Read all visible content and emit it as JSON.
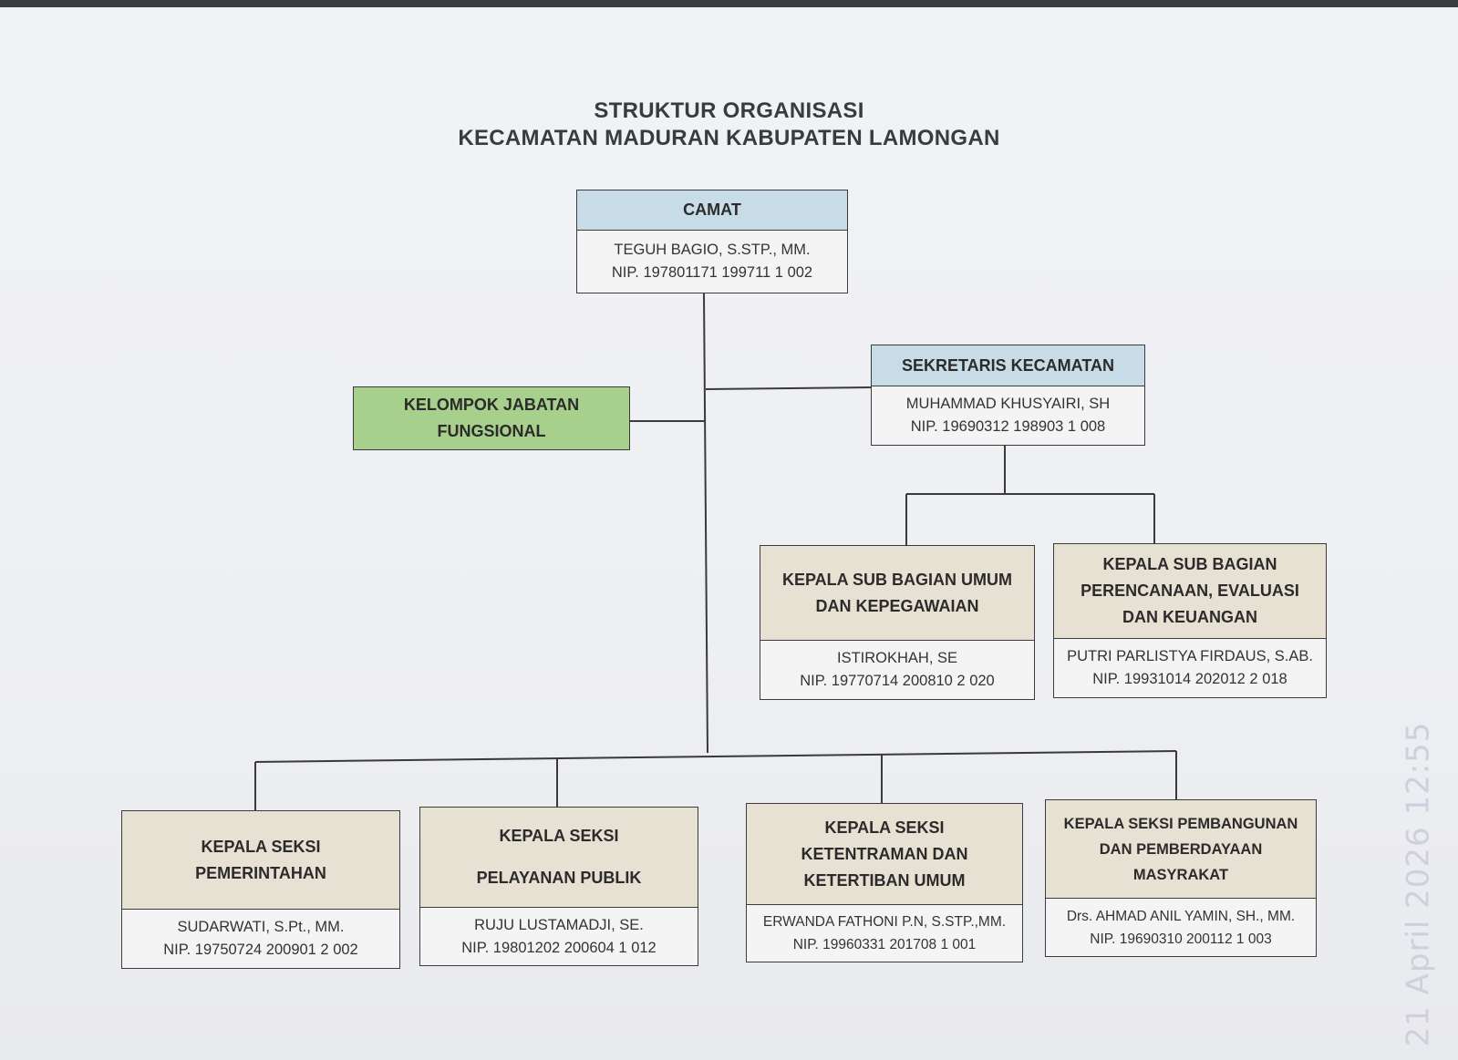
{
  "title": {
    "line1": "STRUKTUR ORGANISASI",
    "line2": "KECAMATAN MADURAN KABUPATEN LAMONGAN"
  },
  "camat": {
    "position": "CAMAT",
    "name": "TEGUH BAGIO, S.STP., MM.",
    "nip": "NIP. 197801171 199711 1 002"
  },
  "fungsional": {
    "line1": "KELOMPOK JABATAN",
    "line2": "FUNGSIONAL"
  },
  "sekretaris": {
    "position": "SEKRETARIS KECAMATAN",
    "name": "MUHAMMAD KHUSYAIRI, SH",
    "nip": "NIP. 19690312 198903 1  008"
  },
  "subbagian": [
    {
      "position_lines": [
        "KEPALA SUB BAGIAN UMUM",
        "DAN KEPEGAWAIAN"
      ],
      "name": "ISTIROKHAH, SE",
      "nip": "NIP. 19770714 200810 2 020"
    },
    {
      "position_lines": [
        "KEPALA SUB BAGIAN",
        "PERENCANAAN, EVALUASI",
        "DAN KEUANGAN"
      ],
      "name": "PUTRI PARLISTYA FIRDAUS, S.AB.",
      "nip": "NIP. 19931014 202012 2 018"
    }
  ],
  "seksi": [
    {
      "position_lines": [
        "KEPALA SEKSI",
        "PEMERINTAHAN"
      ],
      "name": "SUDARWATI, S.Pt., MM.",
      "nip": "NIP. 19750724 200901 2 002"
    },
    {
      "position_lines": [
        "KEPALA SEKSI",
        "PELAYANAN PUBLIK"
      ],
      "name": "RUJU LUSTAMADJI, SE.",
      "nip": "NIP. 19801202 200604 1 012"
    },
    {
      "position_lines": [
        "KEPALA SEKSI",
        "KETENTRAMAN DAN",
        "KETERTIBAN UMUM"
      ],
      "name": "ERWANDA FATHONI P.N, S.STP.,MM.",
      "nip": "NIP. 19960331 201708 1 001"
    },
    {
      "position_lines": [
        "KEPALA SEKSI PEMBANGUNAN",
        "DAN PEMBERDAYAAN",
        "MASYRAKAT"
      ],
      "name": "Drs. AHMAD ANIL YAMIN, SH., MM.",
      "nip": "NIP. 19690310 200112 1 003"
    }
  ],
  "timestamp": "21 April 2026  12:55",
  "colors": {
    "header_blue": "#c7dce6",
    "header_tan": "#e7e1d3",
    "fungsional_green": "#a8d08d"
  }
}
